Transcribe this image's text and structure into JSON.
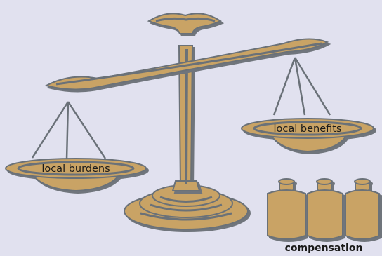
{
  "labels": {
    "left_pan": "local burdens",
    "right_pan": "local benefits",
    "weights_caption": "compensation"
  },
  "colors": {
    "background": "#e1e1ef",
    "metal": "#c9a365",
    "outline": "#6a7178"
  },
  "weights": {
    "count": 3
  }
}
